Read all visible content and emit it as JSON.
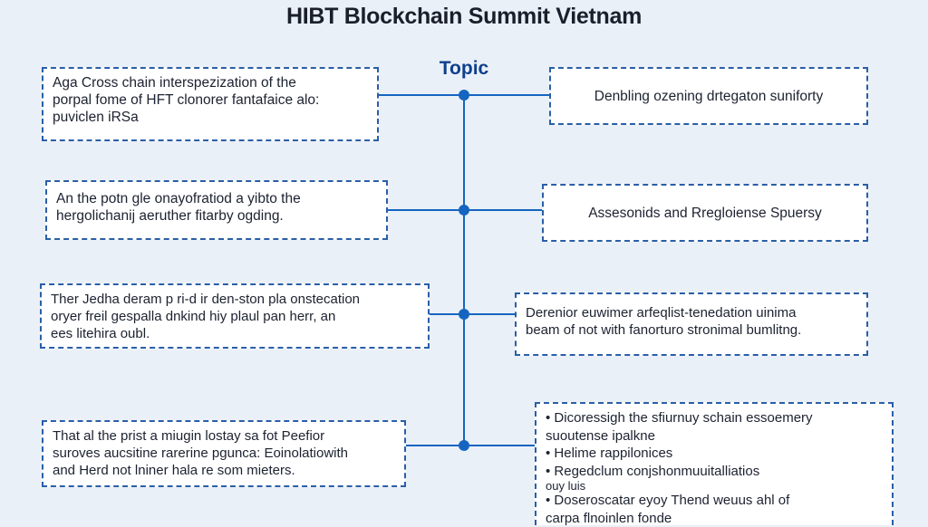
{
  "title": "HIBT Blockchain Summit Vietnam",
  "topic": "Topic",
  "colors": {
    "accent": "#2a5fa6",
    "node": "#1565c0",
    "background": "#eaf0f8",
    "title": "#1a1f2b",
    "topic": "#0f3f8c"
  },
  "left_boxes": [
    {
      "lines": [
        "Aga Cross chain interspezization of the",
        "porpal fome of HFT clonorer fantafaice alo:",
        "puviclen iRSa"
      ]
    },
    {
      "lines": [
        "An the potn gle onayofratiod a yibto the",
        "hergolichanij aeruther fitarby ogding."
      ]
    },
    {
      "lines": [
        "Ther Jedha deram p ri-d ir den-ston pla onstecation",
        "oryer freil gespalla dnkind hiy plaul pan herr, an",
        "ees litehira oubl."
      ]
    },
    {
      "lines": [
        "That al the prist a miugin lostay sa fot Peefior",
        "suroves aucsitine rarerine pgunca: Eoinolatiowith",
        "and Herd not lniner hala re som mieters."
      ]
    }
  ],
  "right_boxes": [
    {
      "text": "Denbling ozening drtegaton suniforty"
    },
    {
      "text": "Assesonids and Rregloiense Spuersy"
    },
    {
      "lines": [
        "Derenior euwimer arfeqlist-tenedation uinima",
        "beam of not with fanorturo stronimal bumlitng."
      ]
    }
  ],
  "bullet_box": {
    "items": [
      "• Dicoressigh the sfiurnuy schain essoemery",
      "suoutense ipalkne",
      "• Helime rappilonices",
      "• Regedclum conjshonmuuitalliatios",
      "ouy luis",
      "• Doseroscatar eyoy Thend weuus ahl of",
      "carpa flnoinlen fonde"
    ]
  }
}
